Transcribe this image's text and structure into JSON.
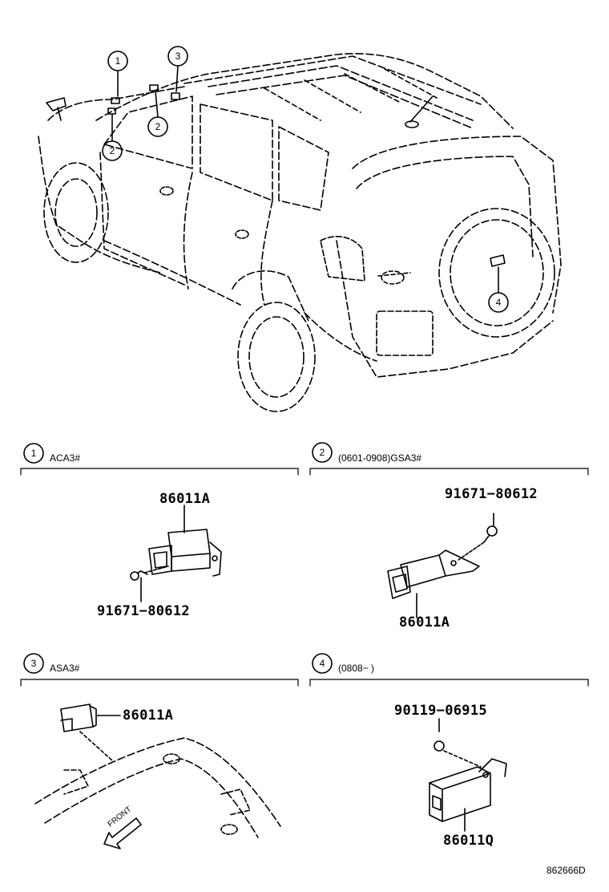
{
  "callouts": {
    "c1": "1",
    "c2a": "2",
    "c2b": "2",
    "c3": "3",
    "c4": "4"
  },
  "sections": [
    {
      "number": "1",
      "label": "ACA3#",
      "parts": [
        "86011A",
        "91671−80612"
      ]
    },
    {
      "number": "2",
      "label": "(0601-0908)GSA3#",
      "parts": [
        "91671−80612",
        "86011A"
      ]
    },
    {
      "number": "3",
      "label": "ASA3#",
      "parts": [
        "86011A"
      ]
    },
    {
      "number": "4",
      "label": "(0808−      )",
      "parts": [
        "90119−06915",
        "86011Q"
      ]
    }
  ],
  "front_label": "FRONT",
  "figure_code": "862666D"
}
